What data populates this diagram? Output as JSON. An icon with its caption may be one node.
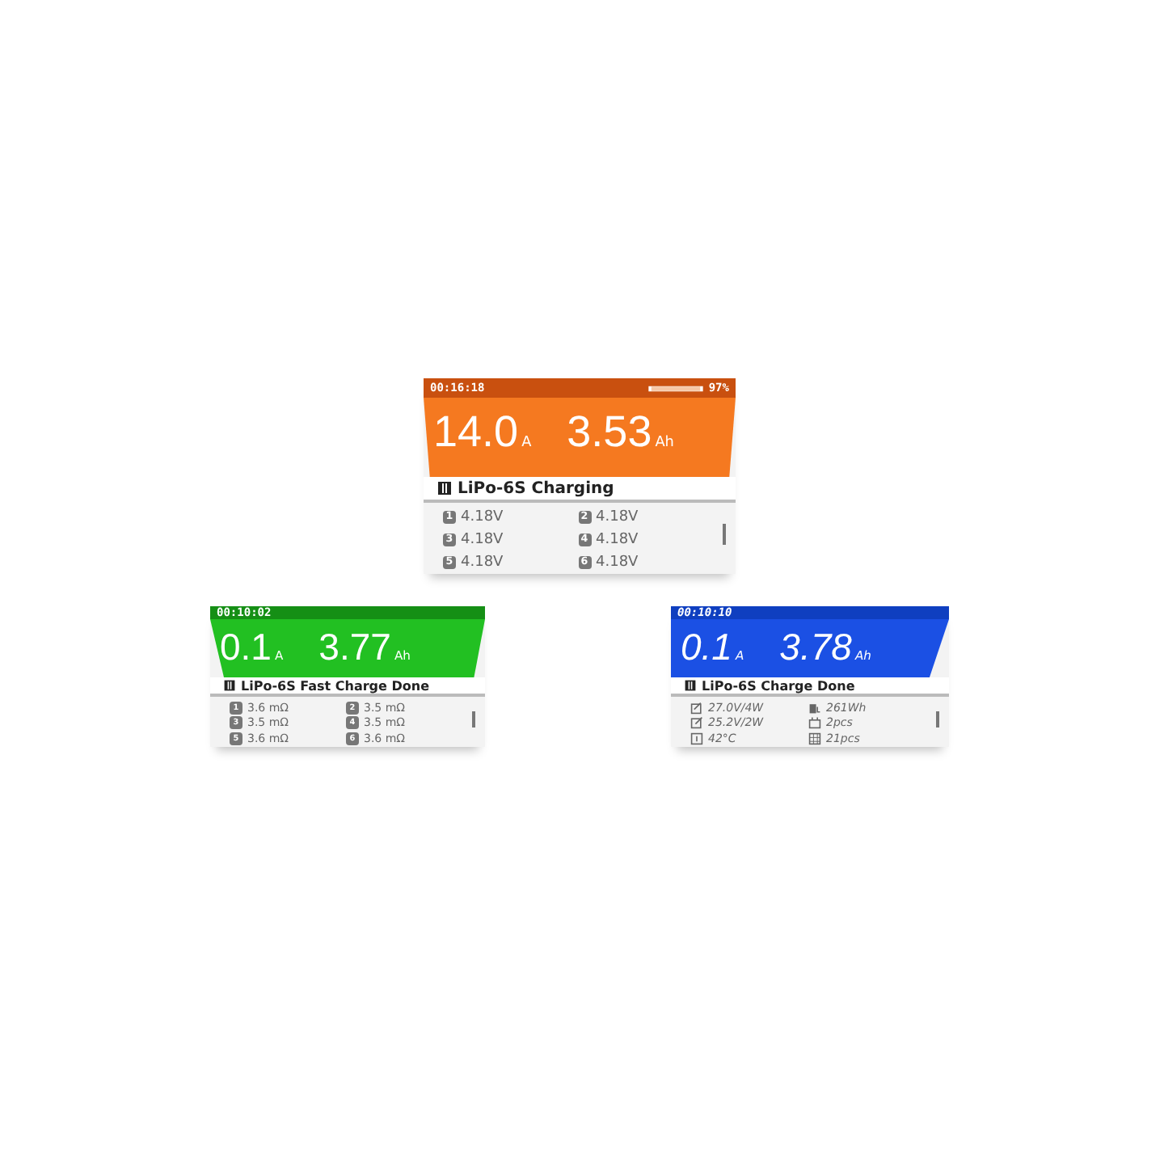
{
  "diagram": {
    "nodes": [
      {
        "text": [],
        "shape": "box"
      },
      {
        "text": [
          "00:16:18",
          "97%"
        ],
        "in": 0
      },
      {
        "text": [
          "14.0",
          "A",
          "3.53",
          "Ah"
        ],
        "in": 0
      },
      {
        "text": [
          "LiPo-6S Charging"
        ],
        "in": 0
      },
      {
        "text": [
          "1",
          "4.18V",
          "2",
          "4.18V",
          "3",
          "4.18V",
          "4",
          "4.18V",
          "5",
          "4.18V",
          "6",
          "4.18V"
        ],
        "in": 0
      },
      {
        "text": [],
        "shape": "box"
      },
      {
        "text": [
          "00:10:02"
        ],
        "in": 5
      },
      {
        "text": [
          "0.1",
          "A",
          "3.77",
          "Ah"
        ],
        "in": 5
      },
      {
        "text": [
          "LiPo-6S Fast Charge Done"
        ],
        "in": 5
      },
      {
        "text": [
          "1",
          "3.6 mΩ",
          "2",
          "3.5  mΩ",
          "3",
          "3.5 mΩ",
          "4",
          "3.5  mΩ",
          "5",
          "3.6 mΩ",
          "6",
          "3.6 mΩ"
        ],
        "in": 5
      },
      {
        "text": [],
        "shape": "box"
      },
      {
        "text": [
          "00:10:10"
        ],
        "in": 10
      },
      {
        "text": [
          "0.1",
          "A",
          "3.78",
          "Ah"
        ],
        "in": 10
      },
      {
        "text": [
          "LiPo-6S Charge Done"
        ],
        "in": 10
      },
      {
        "text": [
          "27.0V/4W",
          "261Wh",
          "25.2V/2W",
          "2pcs",
          "42°C",
          "21pcs"
        ],
        "in": 10
      }
    ]
  }
}
